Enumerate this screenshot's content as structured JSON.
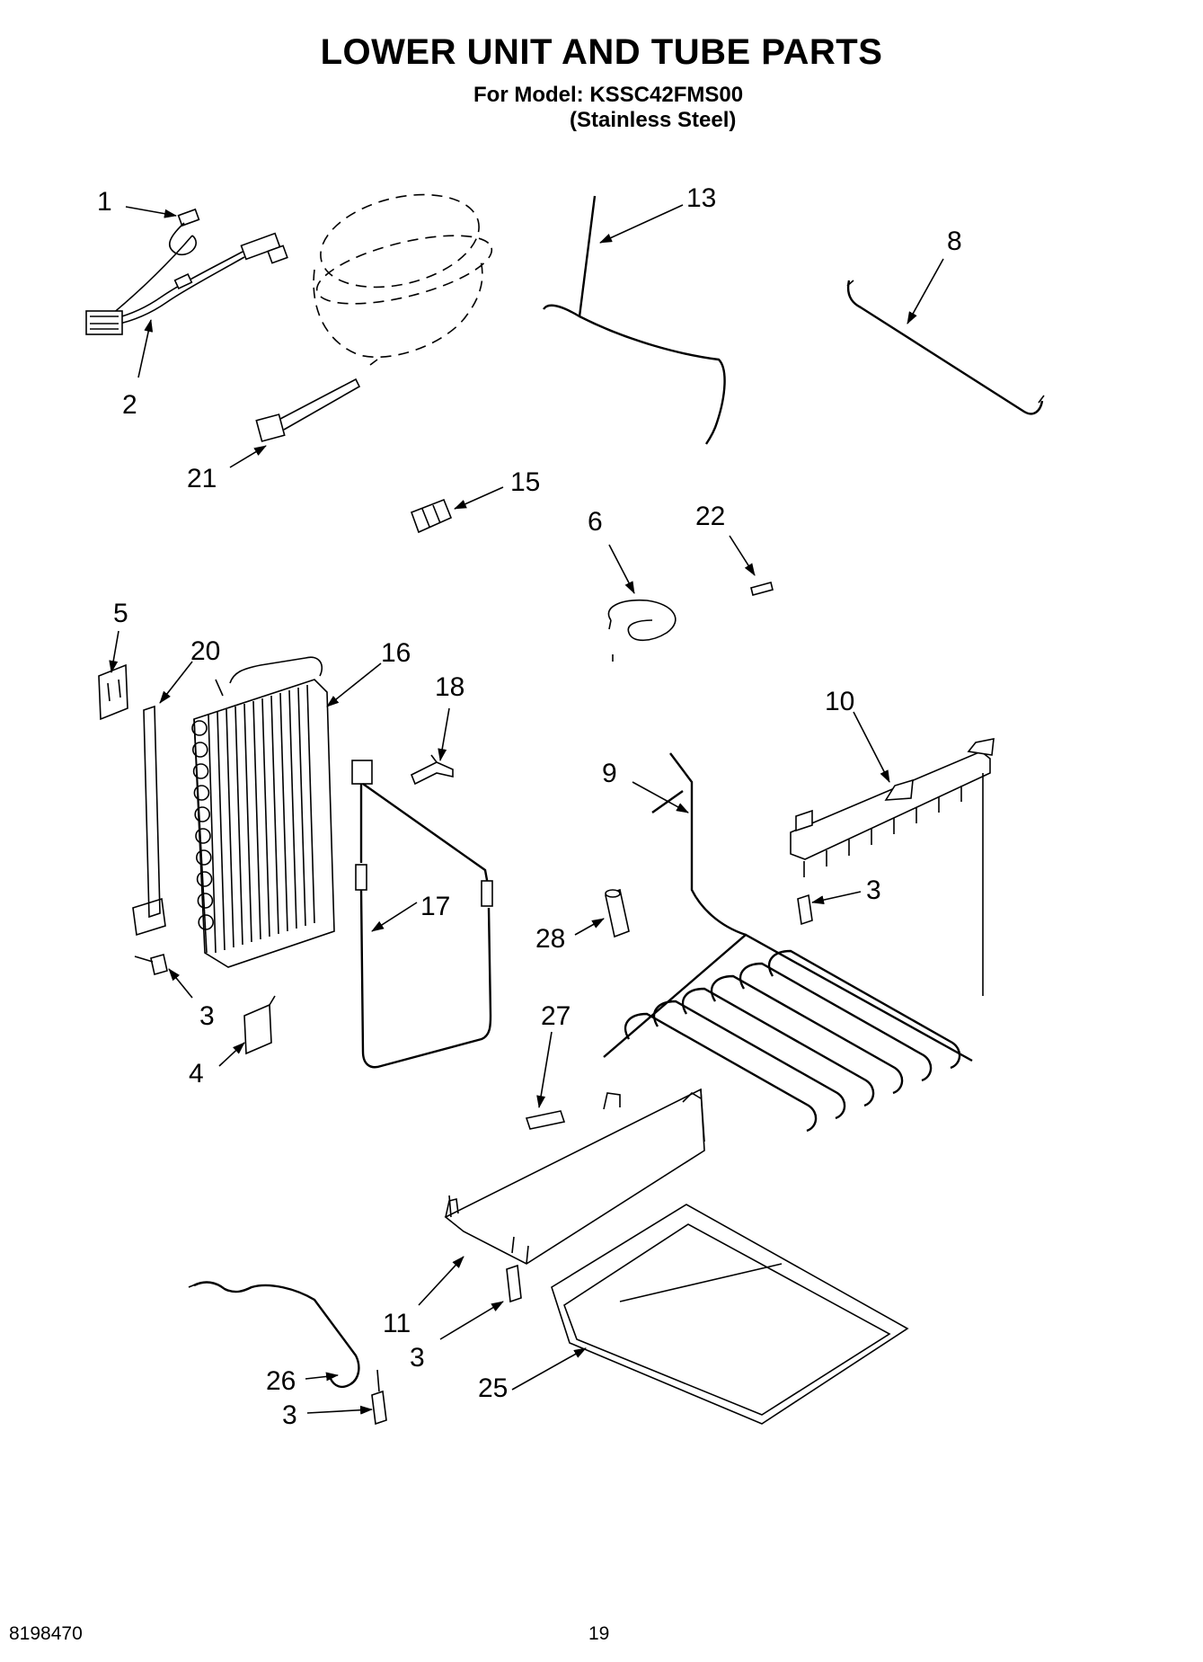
{
  "header": {
    "title": "LOWER UNIT AND TUBE PARTS",
    "model_line": "For Model: KSSC42FMS00",
    "finish_line": "(Stainless Steel)"
  },
  "footer": {
    "doc_number": "8198470",
    "page_number": "19"
  },
  "callouts": [
    {
      "id": "c1",
      "label": "1"
    },
    {
      "id": "c2",
      "label": "2"
    },
    {
      "id": "c21",
      "label": "21"
    },
    {
      "id": "c15",
      "label": "15"
    },
    {
      "id": "c13",
      "label": "13"
    },
    {
      "id": "c8",
      "label": "8"
    },
    {
      "id": "c6",
      "label": "6"
    },
    {
      "id": "c22",
      "label": "22"
    },
    {
      "id": "c5",
      "label": "5"
    },
    {
      "id": "c20",
      "label": "20"
    },
    {
      "id": "c16",
      "label": "16"
    },
    {
      "id": "c18",
      "label": "18"
    },
    {
      "id": "c10",
      "label": "10"
    },
    {
      "id": "c9",
      "label": "9"
    },
    {
      "id": "c3a",
      "label": "3"
    },
    {
      "id": "c17",
      "label": "17"
    },
    {
      "id": "c28",
      "label": "28"
    },
    {
      "id": "c3b",
      "label": "3"
    },
    {
      "id": "c4",
      "label": "4"
    },
    {
      "id": "c27",
      "label": "27"
    },
    {
      "id": "c11",
      "label": "11"
    },
    {
      "id": "c3c",
      "label": "3"
    },
    {
      "id": "c26",
      "label": "26"
    },
    {
      "id": "c25",
      "label": "25"
    },
    {
      "id": "c3d",
      "label": "3"
    }
  ]
}
